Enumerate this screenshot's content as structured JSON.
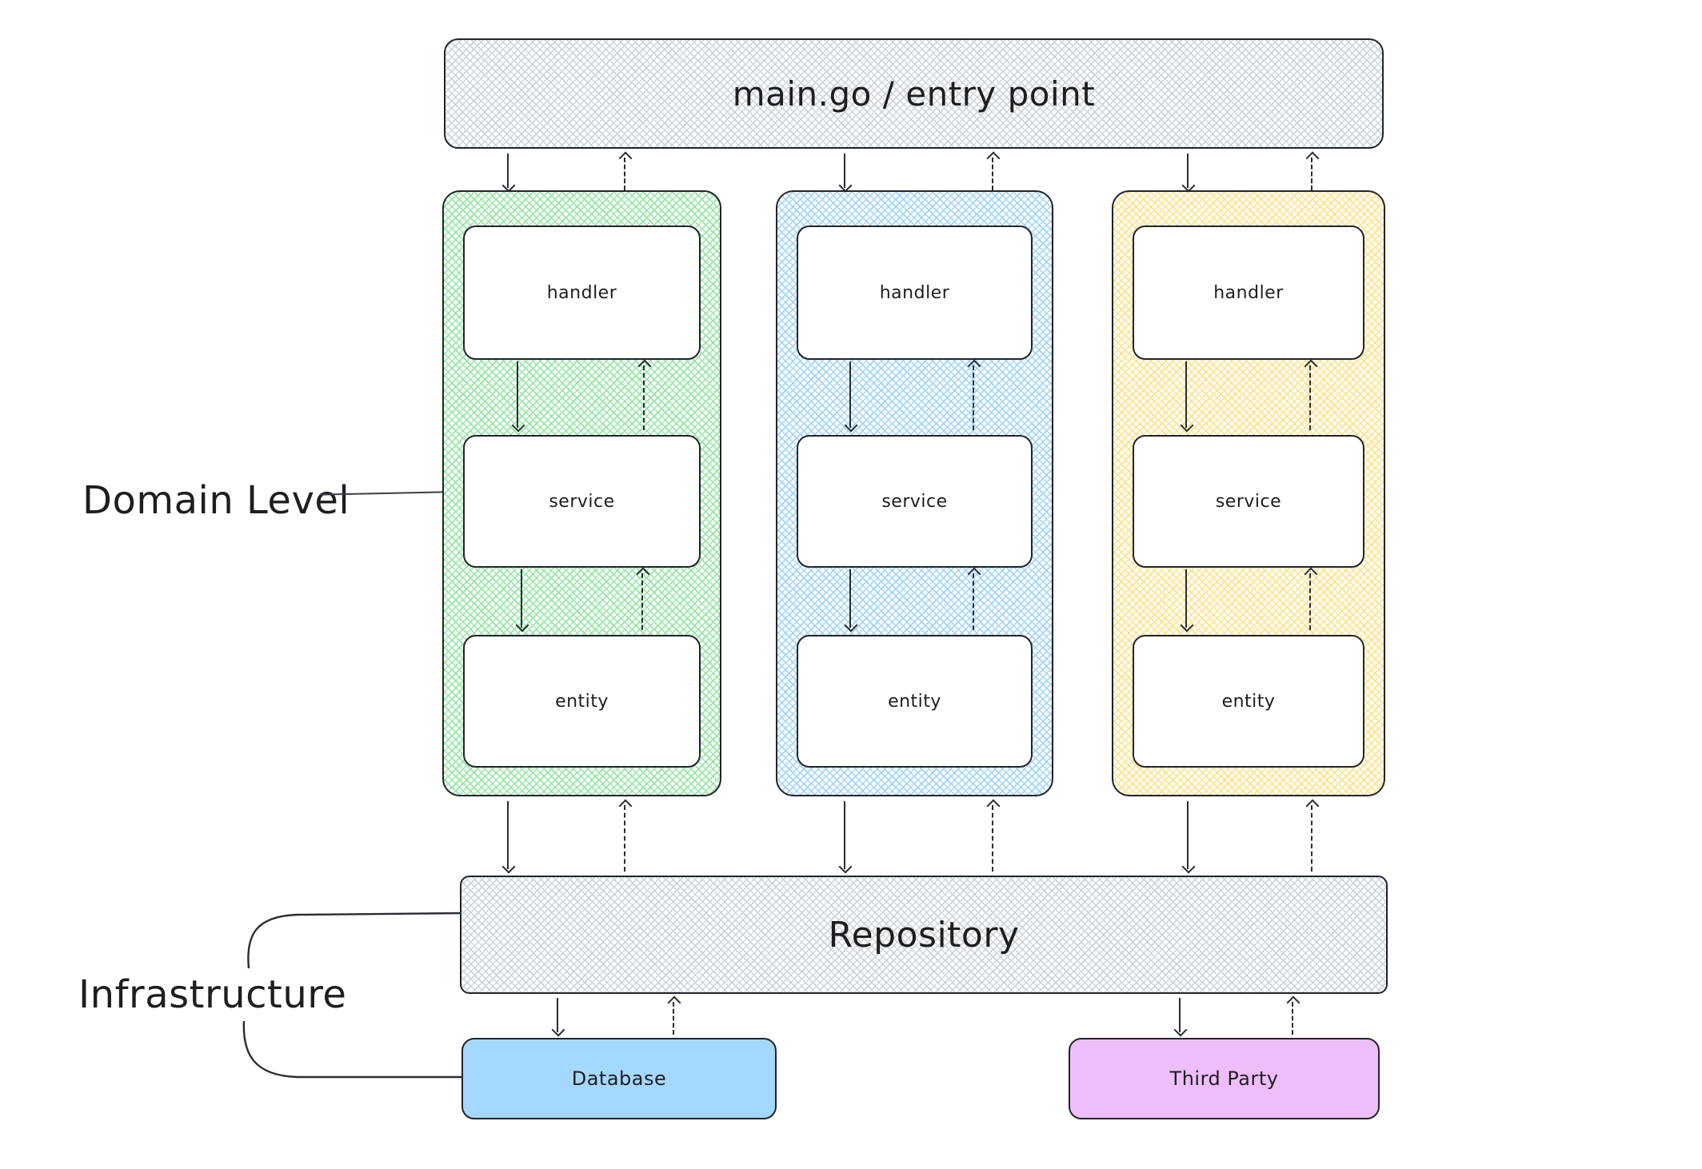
{
  "diagram": {
    "background": "#ffffff",
    "ink": "#1e1e1e",
    "entry": {
      "label": "main.go / entry point",
      "fill": "#e9ecef",
      "hatch": "#ccd5dd",
      "fill_style": "cross-hatch"
    },
    "side_labels": {
      "domain_level": {
        "label": "Domain Level"
      },
      "infrastructure": {
        "label": "Infrastructure"
      }
    },
    "domain_columns": [
      {
        "id": "green",
        "fill": "#b2f2bb",
        "hatch": "#96e6a4",
        "blocks": [
          {
            "label": "handler"
          },
          {
            "label": "service"
          },
          {
            "label": "entity"
          }
        ]
      },
      {
        "id": "blue",
        "fill": "#a5d8ff",
        "hatch": "#a3d4fb",
        "blocks": [
          {
            "label": "handler"
          },
          {
            "label": "service"
          },
          {
            "label": "entity"
          }
        ]
      },
      {
        "id": "yellow",
        "fill": "#ffec99",
        "hatch": "#ffe28a",
        "blocks": [
          {
            "label": "handler"
          },
          {
            "label": "service"
          },
          {
            "label": "entity"
          }
        ]
      }
    ],
    "repository": {
      "label": "Repository",
      "fill": "#e9ecef",
      "hatch": "#ccd5dd",
      "fill_style": "cross-hatch"
    },
    "infrastructure_nodes": [
      {
        "id": "database",
        "label": "Database",
        "color": "#a5d8ff"
      },
      {
        "id": "third-party",
        "label": "Third Party",
        "color": "#eebefa"
      }
    ],
    "arrow_styles": {
      "call": "solid-down",
      "return": "dashed-up"
    }
  }
}
